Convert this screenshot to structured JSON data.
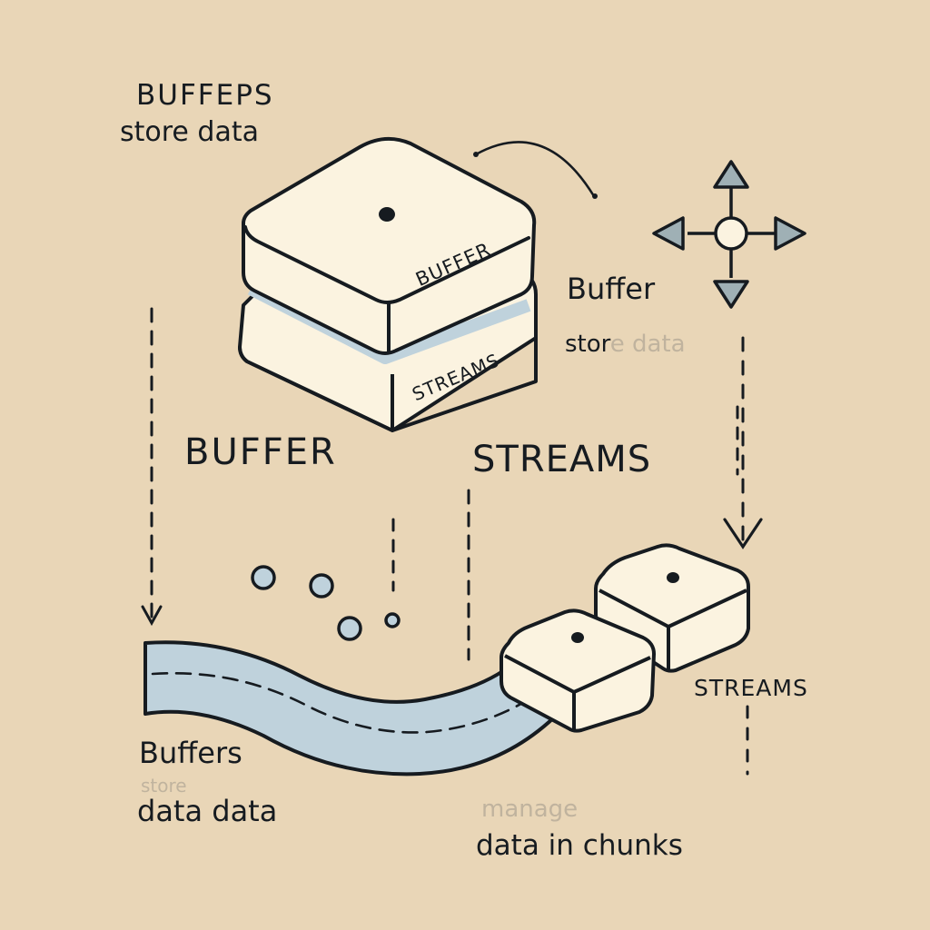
{
  "colors": {
    "background": "#e9d6b7",
    "block_face": "#fbf3e0",
    "outline": "#161b20",
    "stream": "#bfd2dc",
    "accent_node": "#9fb0b5"
  },
  "icons": [
    "move-arrows-icon",
    "curved-arrow-icon",
    "dashed-down-arrow-icon",
    "chunk-block-icon"
  ],
  "labels": {
    "top_left_title": "BUFFEPS",
    "top_left_sub": "store data",
    "block_top_face": "BUFFER",
    "block_bottom_face": "STREAMS",
    "right_buffer": "Buffer",
    "right_store": "stor",
    "right_store_faded": "e data",
    "center_buffer": "BUFFER",
    "center_streams": "STREAMS",
    "chunk_streams": "STREAMS",
    "bottom_left_title": "Buffers",
    "bottom_left_faded": "store",
    "bottom_left_sub": "data data",
    "bottom_right_faded": "manage",
    "bottom_right_sub": "data in chunks"
  }
}
